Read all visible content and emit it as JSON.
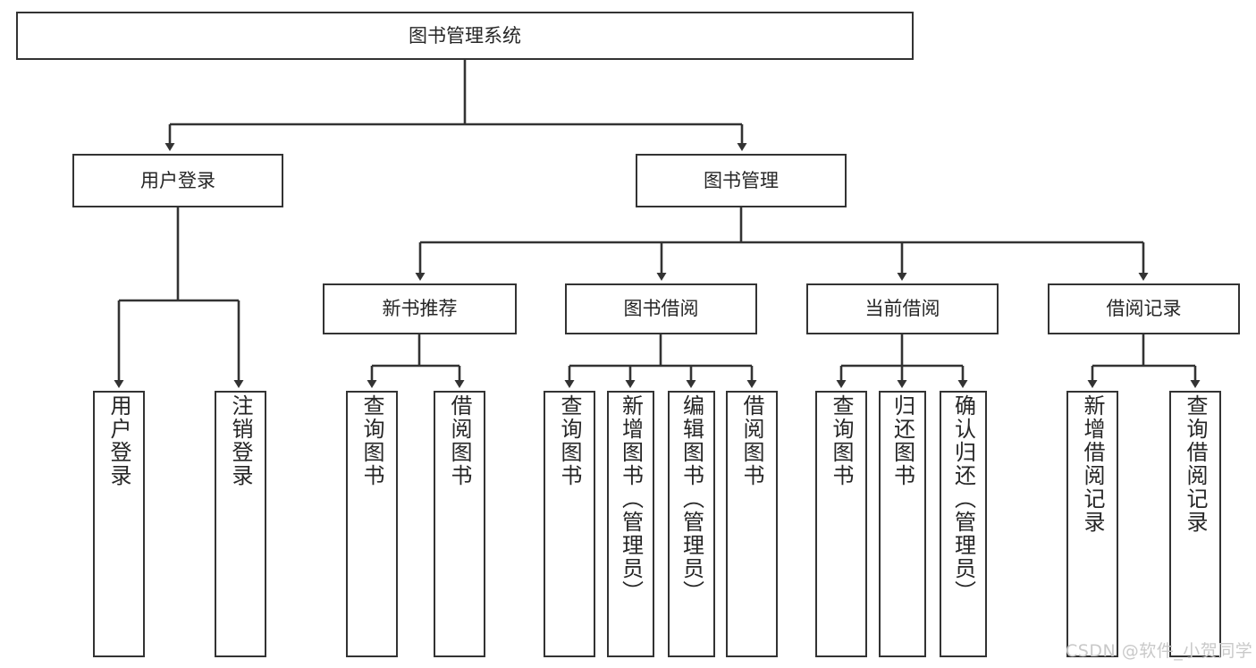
{
  "diagram": {
    "type": "tree",
    "title": "图书管理系统",
    "nodes": {
      "root": {
        "label": "图书管理系统"
      },
      "level2": [
        {
          "label": "用户登录"
        },
        {
          "label": "图书管理"
        }
      ],
      "level3": [
        {
          "label": "新书推荐"
        },
        {
          "label": "图书借阅"
        },
        {
          "label": "当前借阅"
        },
        {
          "label": "借阅记录"
        }
      ],
      "leaves": [
        {
          "label": "用户登录"
        },
        {
          "label": "注销登录"
        },
        {
          "label": "查询图书"
        },
        {
          "label": "借阅图书"
        },
        {
          "label": "查询图书"
        },
        {
          "label": "新增图书（管理员）"
        },
        {
          "label": "编辑图书（管理员）"
        },
        {
          "label": "借阅图书"
        },
        {
          "label": "查询图书"
        },
        {
          "label": "归还图书"
        },
        {
          "label": "确认归还（管理员）"
        },
        {
          "label": "新增借阅记录"
        },
        {
          "label": "查询借阅记录"
        }
      ]
    }
  },
  "watermark": {
    "text": "CSDN @软件_小贺同学"
  },
  "colors": {
    "stroke": "#333333",
    "text": "#262626",
    "background": "#ffffff",
    "watermark": "#c9c9c9"
  }
}
